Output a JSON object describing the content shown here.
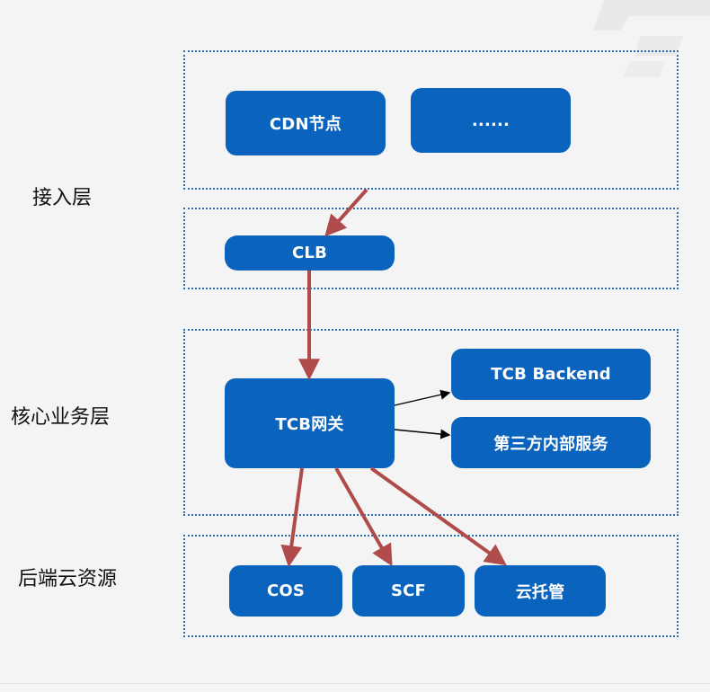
{
  "layers": {
    "access": "接入层",
    "core": "核心业务层",
    "backend": "后端云资源"
  },
  "nodes": {
    "cdn": "CDN节点",
    "more": "......",
    "clb": "CLB",
    "tcb_gateway": "TCB网关",
    "tcb_backend": "TCB Backend",
    "third_party": "第三方内部服务",
    "cos": "COS",
    "scf": "SCF",
    "cloud_hosting": "云托管"
  },
  "colors": {
    "node_fill": "#0a64be",
    "region_border": "#2a6fb6",
    "flow_arrow": "#b04b4b",
    "minor_arrow": "#000000"
  }
}
